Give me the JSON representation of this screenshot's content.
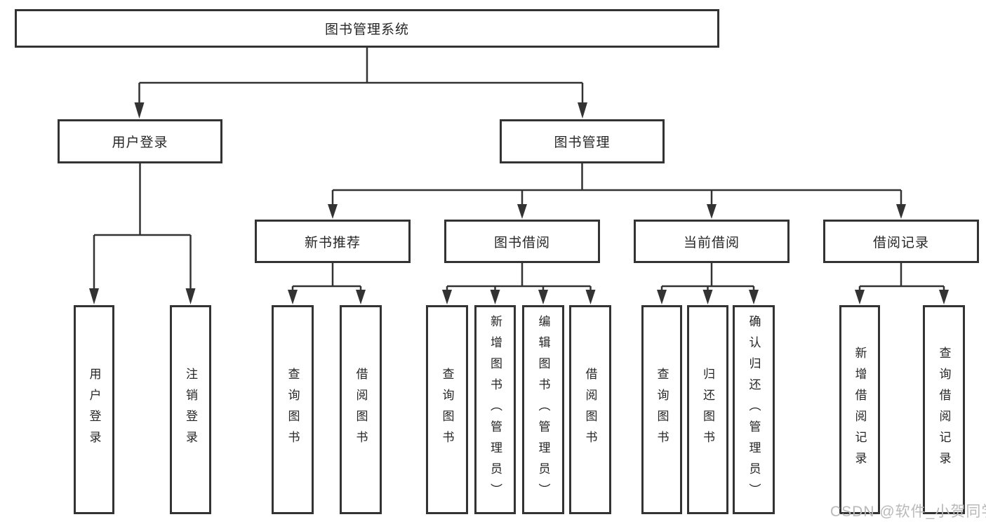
{
  "diagram": {
    "title": "图书管理系统",
    "root": {
      "label": "图书管理系统"
    },
    "level2": {
      "user_login": {
        "label": "用户登录"
      },
      "book_mgmt": {
        "label": "图书管理"
      }
    },
    "level3": {
      "new_book_rec": {
        "label": "新书推荐"
      },
      "book_borrow": {
        "label": "图书借阅"
      },
      "current_borrow": {
        "label": "当前借阅"
      },
      "borrow_records": {
        "label": "借阅记录"
      }
    },
    "leaves": {
      "user_login": [
        "用户登录",
        "注销登录"
      ],
      "new_book_rec": [
        "查询图书",
        "借阅图书"
      ],
      "book_borrow": [
        "查询图书",
        "新增图书（管理员）",
        "编辑图书（管理员）",
        "借阅图书"
      ],
      "current_borrow": [
        "查询图书",
        "归还图书",
        "确认归还（管理员）"
      ],
      "borrow_records": [
        "新增借阅记录",
        "查询借阅记录"
      ]
    }
  },
  "watermark": {
    "text": "CSDN @软件_小贺同学"
  },
  "colors": {
    "line": "#333333",
    "text": "#262626",
    "background": "#ffffff",
    "watermark": "#b9b9b9"
  }
}
